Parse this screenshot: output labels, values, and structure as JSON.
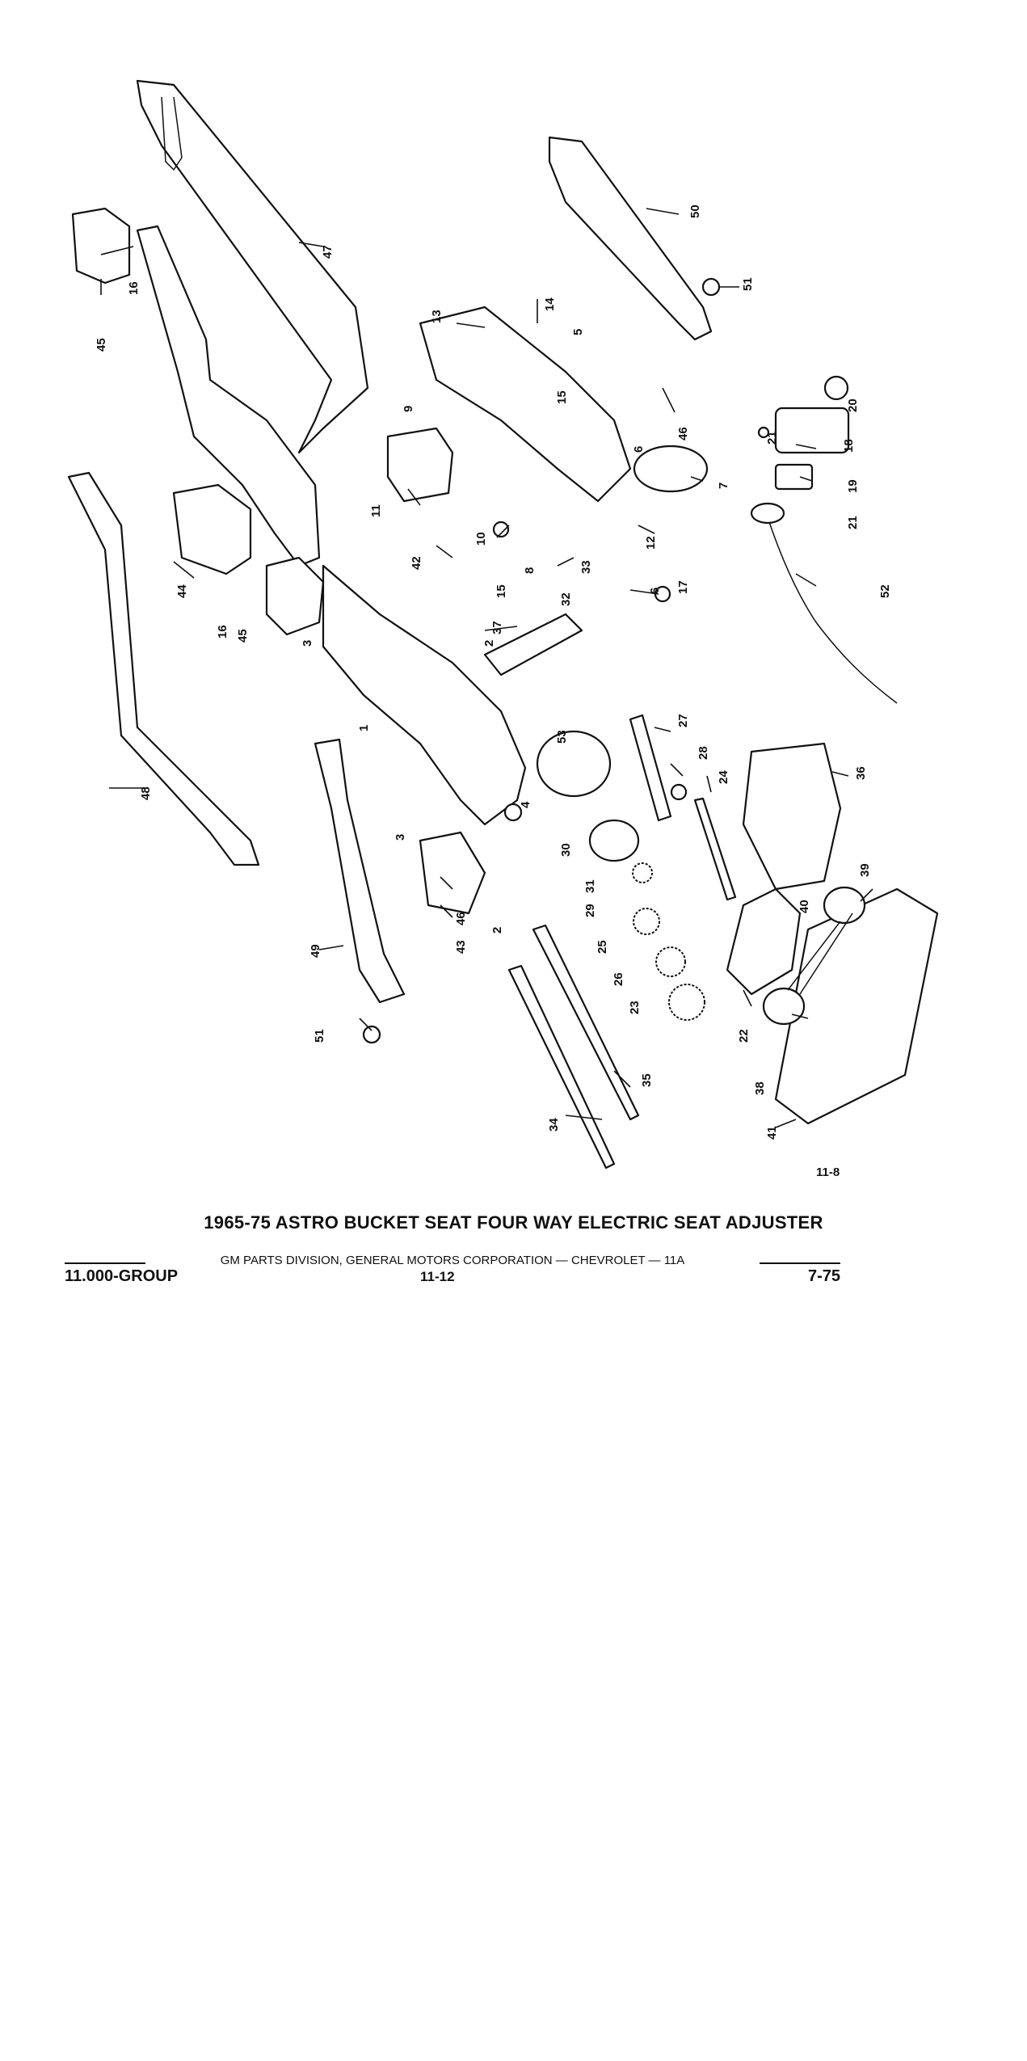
{
  "figure_number": "11-8",
  "title": "1965-75 ASTRO BUCKET SEAT FOUR WAY ELECTRIC SEAT ADJUSTER",
  "footer": {
    "division": "GM PARTS DIVISION, GENERAL MOTORS CORPORATION — CHEVROLET — 11A",
    "group": "11.000-GROUP",
    "page": "11-12",
    "date": "7-75"
  },
  "callouts": [
    "1",
    "2",
    "3",
    "4",
    "6",
    "7",
    "8",
    "9",
    "10",
    "11",
    "12",
    "13",
    "14",
    "15",
    "16",
    "17",
    "18",
    "19",
    "20",
    "21",
    "22",
    "23",
    "24",
    "25",
    "26",
    "27",
    "28",
    "29",
    "30",
    "31",
    "32",
    "33",
    "34",
    "35",
    "36",
    "37",
    "38",
    "39",
    "40",
    "41",
    "42",
    "43",
    "44",
    "45",
    "46",
    "47",
    "48",
    "49",
    "50",
    "51",
    "52",
    "53"
  ]
}
